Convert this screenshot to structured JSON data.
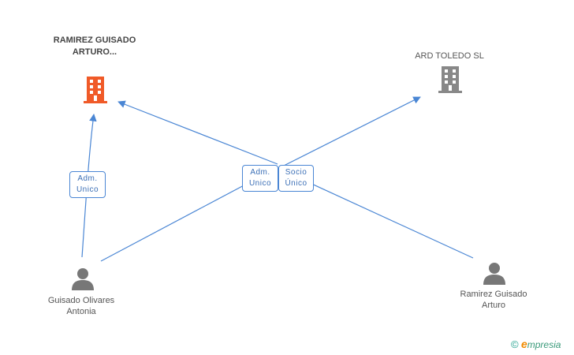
{
  "nodes": {
    "company_main": {
      "name": "RAMIREZ GUISADO ARTURO...",
      "icon": "building-icon",
      "color": "#f05a28"
    },
    "company_2": {
      "name": "ARD TOLEDO SL",
      "icon": "building-icon",
      "color": "#888888"
    },
    "person_1": {
      "name": "Guisado Olivares Antonia",
      "icon": "person-icon"
    },
    "person_2": {
      "name": "Ramirez Guisado Arturo",
      "icon": "person-icon"
    }
  },
  "relations": {
    "left": {
      "line1": "Adm.",
      "line2": "Unico"
    },
    "center_a": {
      "line1": "Adm.",
      "line2": "Unico"
    },
    "center_b": {
      "line1": "Socio",
      "line2": "Único"
    }
  },
  "edge_color": "#4a86d4",
  "watermark": {
    "symbol": "©",
    "brand_initial": "e",
    "brand_rest": "mpresia"
  }
}
